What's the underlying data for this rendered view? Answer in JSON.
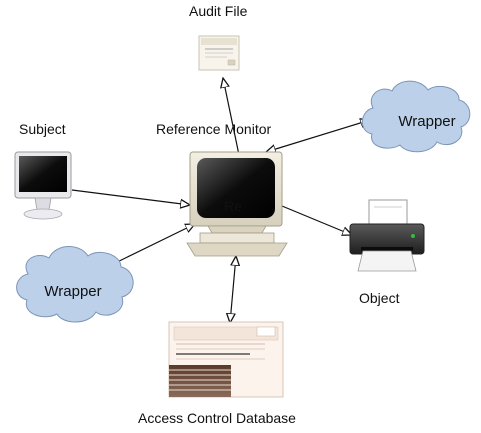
{
  "labels": {
    "audit_file": "Audit File",
    "subject": "Subject",
    "reference_monitor": "Reference Monitor",
    "object": "Object",
    "access_control_database": "Access Control Database",
    "monitor_screen_text": "Re",
    "wrapper_right": "Wrapper",
    "wrapper_left": "Wrapper"
  },
  "colors": {
    "cloud_fill": "#bcd0ea",
    "cloud_stroke": "#7d95b8",
    "arrow": "#111111"
  },
  "icons": {
    "audit_file": "document-icon",
    "subject": "imac-computer-icon",
    "reference_monitor": "crt-computer-icon",
    "object": "printer-icon",
    "access_control_database": "database-form-icon"
  }
}
